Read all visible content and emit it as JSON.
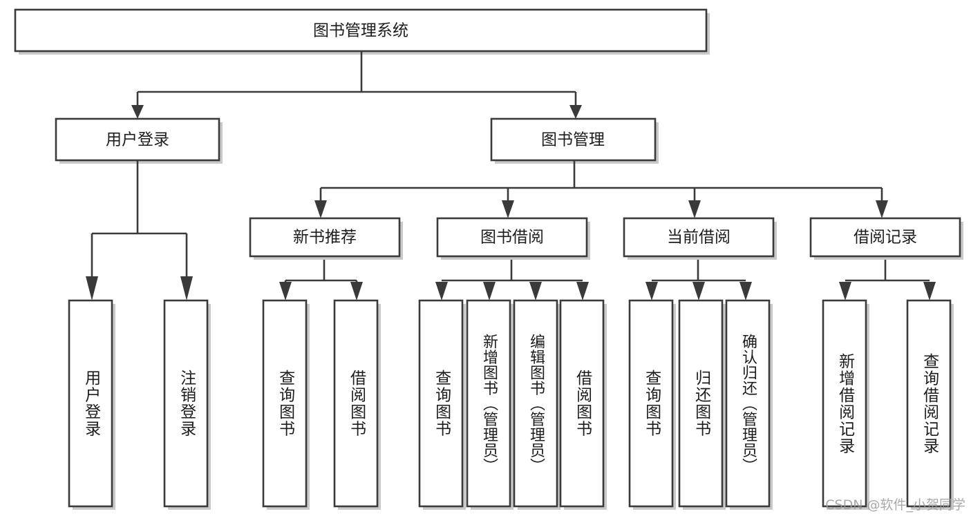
{
  "diagram": {
    "type": "tree",
    "title": "图书管理系统",
    "root": {
      "id": "root",
      "label": "图书管理系统"
    },
    "level2": [
      {
        "id": "user-login",
        "label": "用户登录"
      },
      {
        "id": "book-manage",
        "label": "图书管理"
      }
    ],
    "level3": [
      {
        "id": "new-book-rec",
        "label": "新书推荐",
        "parent": "book-manage"
      },
      {
        "id": "book-borrow",
        "label": "图书借阅",
        "parent": "book-manage"
      },
      {
        "id": "current-borrow",
        "label": "当前借阅",
        "parent": "book-manage"
      },
      {
        "id": "borrow-record",
        "label": "借阅记录",
        "parent": "book-manage"
      }
    ],
    "leaves": {
      "user-login": [
        {
          "id": "leaf-user-login",
          "label": "用户登录"
        },
        {
          "id": "leaf-user-logout",
          "label": "注销登录"
        }
      ],
      "new-book-rec": [
        {
          "id": "leaf-query-book-1",
          "label": "查询图书"
        },
        {
          "id": "leaf-borrow-book-1",
          "label": "借阅图书"
        }
      ],
      "book-borrow": [
        {
          "id": "leaf-query-book-2",
          "label": "查询图书"
        },
        {
          "id": "leaf-add-book",
          "label": "新增图书（管理员）"
        },
        {
          "id": "leaf-edit-book",
          "label": "编辑图书（管理员）"
        },
        {
          "id": "leaf-borrow-book-2",
          "label": "借阅图书"
        }
      ],
      "current-borrow": [
        {
          "id": "leaf-query-book-3",
          "label": "查询图书"
        },
        {
          "id": "leaf-return-book",
          "label": "归还图书"
        },
        {
          "id": "leaf-confirm-return",
          "label": "确认归还（管理员）"
        }
      ],
      "borrow-record": [
        {
          "id": "leaf-add-record",
          "label": "新增借阅记录"
        },
        {
          "id": "leaf-query-record",
          "label": "查询借阅记录"
        }
      ]
    },
    "colors": {
      "box_stroke": "#3a3a3a",
      "box_fill": "#ffffff",
      "text": "#1c1c1c",
      "shadow": "#c9c9c9",
      "background": "#ffffff",
      "watermark": "#9a9a9a"
    }
  },
  "watermark": {
    "text": "CSDN @软件_小贺同学"
  }
}
